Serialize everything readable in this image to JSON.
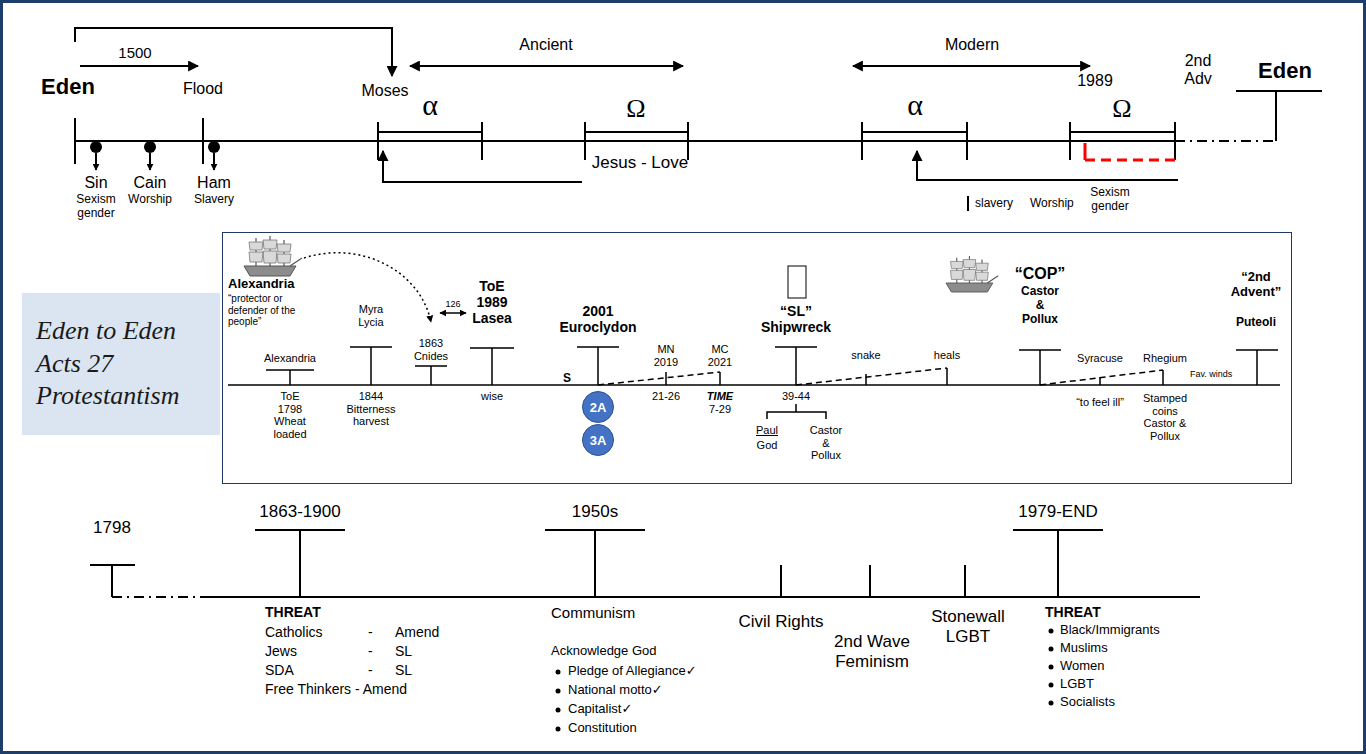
{
  "diagram": {
    "nodes": [
      {
        "text": [
          "Eden to Eden Acts 27 Protestantism"
        ]
      },
      {
        "text": [
          "Alexandria",
          "“protector or defender of the people”",
          "Alexandria",
          "ToE 1798 Wheat loaded",
          "Myra Lycia",
          "1844 Bitterness harvest",
          "1863 Cnides",
          "126",
          "ToE 1989 Lasea",
          "wise",
          "2001 Euroclydon",
          "S",
          "MN 2019",
          "21-26",
          "MC 2021",
          "TIME",
          "7-29",
          "“SL” Shipwreck",
          "39-44",
          "Paul",
          "God",
          "Castor & Pollux",
          "snake",
          "heals",
          "“COP”",
          "Castor & Pollux",
          "Syracuse",
          "“to feel ill”",
          "Rhegium",
          "Stamped coins Castor & Pollux",
          "Fav. winds",
          "“2nd Advent”",
          "Puteoli"
        ]
      },
      {
        "text": [
          "2A"
        ],
        "in": 1
      },
      {
        "text": [
          "3A"
        ],
        "in": 1
      }
    ],
    "labels": [
      "1500",
      "Eden",
      "Flood",
      "Moses",
      "Ancient",
      "α",
      "Ω",
      "Jesus - Love",
      "Sin",
      "Sexism gender",
      "Cain",
      "Worship",
      "Ham",
      "Slavery",
      "Modern",
      "α",
      "1989",
      "Ω",
      "2nd Adv",
      "Eden",
      "slavery",
      "Worship",
      "Sexism gender",
      "1798",
      "1863-1900",
      "THREAT",
      "Catholics",
      "-",
      "Amend",
      "Jews",
      "-",
      "SL",
      "SDA",
      "-",
      "SL",
      "Free Thinkers - Amend",
      "1950s",
      "Communism",
      "Acknowledge God",
      "Pledge of Allegiance✓",
      "National motto✓",
      "Capitalist✓",
      "Constitution",
      "Civil Rights",
      "2nd Wave Feminism",
      "Stonewall LGBT",
      "1979-END",
      "THREAT",
      "Black/Immigrants",
      "Muslims",
      "Women",
      "LGBT",
      "Socialists"
    ]
  }
}
